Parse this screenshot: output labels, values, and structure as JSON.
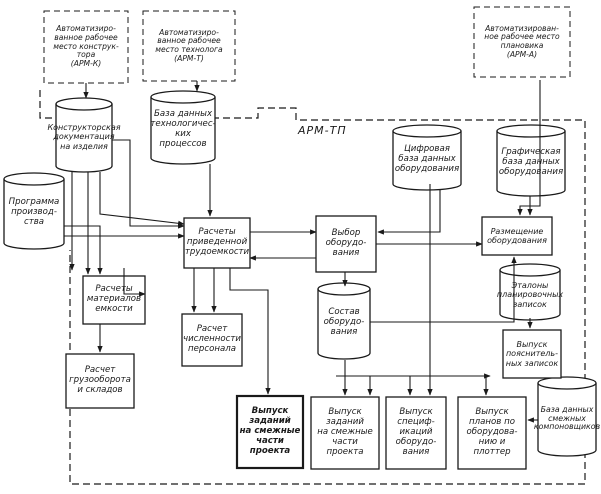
{
  "diagram": {
    "group_label": "АРМ-ТП",
    "nodes": {
      "arm_k": "Автоматизиро-\nванное рабочее\nместо конструк-\nтора\n(АРМ-К)",
      "arm_t": "Автоматизиро-\nванное рабочее\nместо технолога\n(АРМ-Т)",
      "arm_a": "Автоматизирован-\nное рабочее место\nплановика\n(АРМ-А)",
      "design_docs": "Конструкторская\nдокументация\nна изделия",
      "tech_db": "База данных\nтехнологичес-\nких процессов",
      "equip_db": "Цифровая\nбаза данных\nоборудования",
      "graphic_db": "Графическая\nбаза данных\nоборудования",
      "production_program": "Программа\nпроизвод-\nства",
      "labor_calc": "Расчеты\nприведенной\nтрудоемкости",
      "equip_choice": "Выбор\nоборудо-\nвания",
      "placement": "Размещение\nоборудования",
      "materials_calc": "Расчеты\nматериалов\nемкости",
      "staff_calc": "Расчет\nчисленности\nперсонала",
      "equip_composition": "Состав\nоборудо-\nвания",
      "layout_standards": "Эталоны\nпланировочных\nзаписок",
      "cargo_calc": "Расчет\nгрузооборота\nи складов",
      "notes_output": "Выпуск\nпояснитель-\nных записок",
      "tasks_output_1": "Выпуск\nзаданий\nна смежные\nчасти проекта",
      "tasks_output_2": "Выпуск\nзаданий\nна смежные\nчасти проекта",
      "spec_output": "Выпуск\nспециф-\nикаций\nоборудо-\nвания",
      "plans_output": "Выпуск\nпланов по\nоборудова-\nнию и плоттер",
      "adj_db": "База данных\nсмежных\nкомпоновщиков"
    }
  }
}
